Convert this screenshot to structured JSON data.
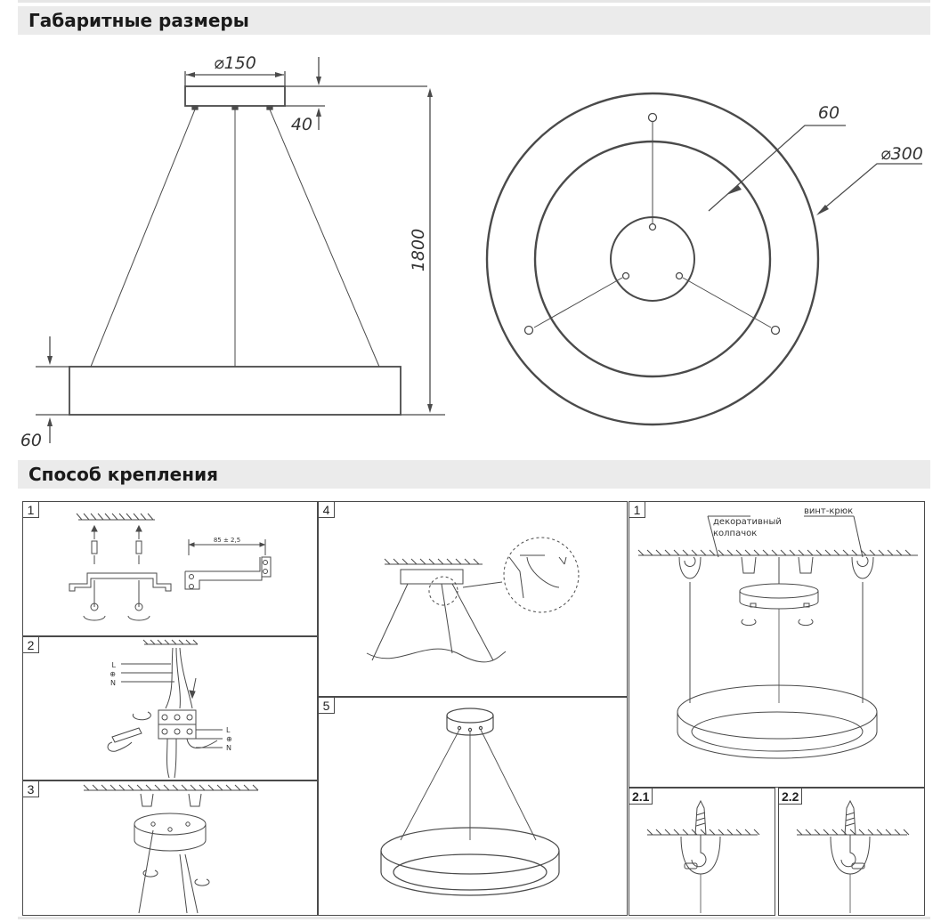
{
  "sections": {
    "dimensions_title": "Габаритные размеры",
    "mounting_title": "Способ крепления"
  },
  "dimensions": {
    "canopy_diameter": "⌀150",
    "canopy_height": "40",
    "suspension_length": "1800",
    "ring_height": "60",
    "ring_height_top_view": "60",
    "ring_diameter": "⌀300"
  },
  "mounting": {
    "steps": [
      {
        "id": "step-1",
        "label": "1"
      },
      {
        "id": "step-2",
        "label": "2"
      },
      {
        "id": "step-3",
        "label": "3"
      },
      {
        "id": "step-4",
        "label": "4"
      },
      {
        "id": "step-5",
        "label": "5"
      },
      {
        "id": "hook-step-1",
        "label": "1"
      },
      {
        "id": "hook-step-2-1",
        "label": "2.1"
      },
      {
        "id": "hook-step-2-2",
        "label": "2.2"
      }
    ],
    "bracket_distance": "85 ± 2,5",
    "wire_labels_top": [
      "L",
      "⊕",
      "N"
    ],
    "wire_labels_bottom": [
      "L",
      "⊕",
      "N"
    ],
    "decorative_cap_label_line1": "декоративный",
    "decorative_cap_label_line2": "колпачок",
    "screw_hook_label": "винт-крюк"
  },
  "colors": {
    "line": "#4a4a4a",
    "header_bg": "#ebebeb"
  }
}
